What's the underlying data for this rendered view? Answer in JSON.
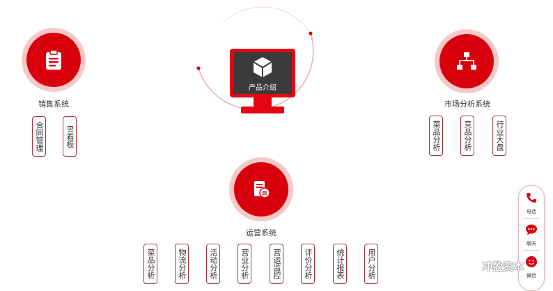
{
  "center": {
    "title": "产品介绍"
  },
  "modules": {
    "sales": {
      "label": "销售系统",
      "tags": [
        "合同管理",
        "BI看板"
      ]
    },
    "market": {
      "label": "市场分析系统",
      "tags": [
        "菜品分析",
        "竞品分析",
        "行业大盘"
      ]
    },
    "ops": {
      "label": "运营系统",
      "tags": [
        "菜品分析",
        "物流分析",
        "活动分析",
        "营业分析",
        "营运监控",
        "评价分析",
        "统计报表",
        "用户分析"
      ]
    }
  },
  "sidebar": {
    "phone": "电话",
    "chat": "聊天",
    "wechat": "微信"
  },
  "watermark": {
    "text": "冲盈资本"
  },
  "colors": {
    "accent": "#d9000d",
    "ring": "#f6c9c9",
    "tag_border": "#a8323a"
  }
}
